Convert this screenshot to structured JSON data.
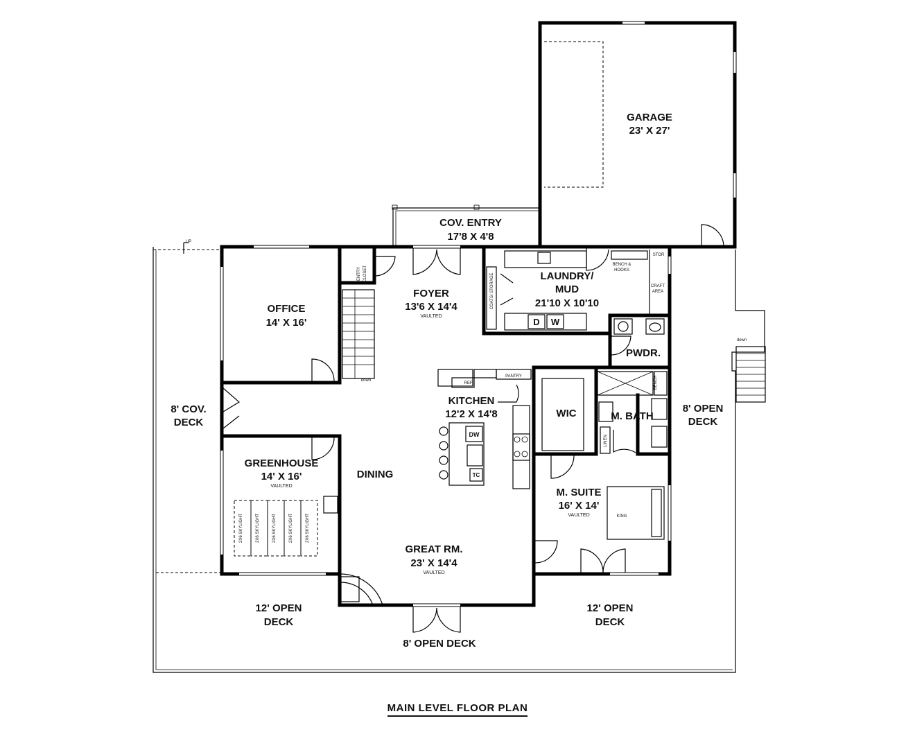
{
  "title": "MAIN LEVEL FLOOR PLAN",
  "rooms": {
    "garage": {
      "name": "GARAGE",
      "size": "23' X 27'"
    },
    "cov_entry": {
      "name": "COV. ENTRY",
      "size": "17'8 X 4'8"
    },
    "foyer": {
      "name": "FOYER",
      "size": "13'6 X 14'4",
      "note": "VAULTED"
    },
    "office": {
      "name": "OFFICE",
      "size": "14' X 16'"
    },
    "laundry": {
      "name1": "LAUNDRY/",
      "name2": "MUD",
      "size": "21'10 X 10'10"
    },
    "pwdr": {
      "name": "PWDR."
    },
    "kitchen": {
      "name": "KITCHEN",
      "size": "12'2 X 14'8"
    },
    "wic": {
      "name": "WIC"
    },
    "mbath": {
      "name": "M. BATH"
    },
    "greenhouse": {
      "name": "GREENHOUSE",
      "size": "14' X 16'",
      "note": "VAULTED"
    },
    "dining": {
      "name": "DINING"
    },
    "msuite": {
      "name": "M. SUITE",
      "size": "16' X 14'",
      "note": "VAULTED"
    },
    "great_rm": {
      "name": "GREAT RM.",
      "size": "23' X 14'4",
      "note": "VAULTED"
    },
    "cov_deck_west": {
      "line1": "8' COV.",
      "line2": "DECK"
    },
    "open_deck_east": {
      "line1": "8' OPEN",
      "line2": "DECK"
    },
    "open_deck_sw": {
      "line1": "12' OPEN",
      "line2": "DECK"
    },
    "open_deck_se": {
      "line1": "12' OPEN",
      "line2": "DECK"
    },
    "open_deck_south": {
      "name": "8' OPEN DECK"
    }
  },
  "small_labels": {
    "entry_closet1": "ENTRY",
    "entry_closet2": "CLOSET",
    "coats_storage": "COATS/ STORAGE",
    "bench_hooks1": "BENCH &",
    "bench_hooks2": "HOOKS",
    "stor": "STOR",
    "craft1": "CRAFT",
    "craft2": "AREA",
    "washer": "W",
    "dryer": "D",
    "pantry": "PANTRY",
    "ref": "REF.",
    "dw": "DW",
    "tc": "TC",
    "linen": "LINEN",
    "bench": "BENCH",
    "king": "KING",
    "skylight": "2X6 SKYLIGHT",
    "up": "UP",
    "down_stair": "down",
    "down_deck": "down"
  },
  "colors": {
    "ink": "#000000",
    "paper": "#ffffff"
  }
}
